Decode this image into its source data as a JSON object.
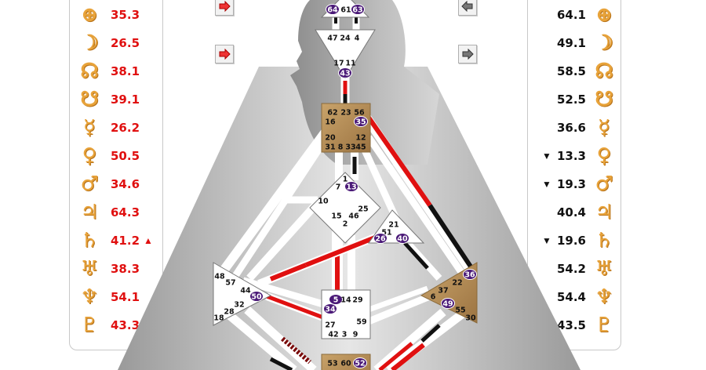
{
  "design_column": {
    "planets": [
      {
        "name": "earth",
        "value": "35.3",
        "arrow": ""
      },
      {
        "name": "moon",
        "value": "26.5",
        "arrow": ""
      },
      {
        "name": "north-node",
        "value": "38.1",
        "arrow": ""
      },
      {
        "name": "south-node",
        "value": "39.1",
        "arrow": ""
      },
      {
        "name": "mercury",
        "value": "26.2",
        "arrow": ""
      },
      {
        "name": "venus",
        "value": "50.5",
        "arrow": ""
      },
      {
        "name": "mars",
        "value": "34.6",
        "arrow": ""
      },
      {
        "name": "jupiter",
        "value": "64.3",
        "arrow": ""
      },
      {
        "name": "saturn",
        "value": "41.2",
        "arrow": "▲"
      },
      {
        "name": "uranus",
        "value": "38.3",
        "arrow": ""
      },
      {
        "name": "neptune",
        "value": "54.1",
        "arrow": ""
      },
      {
        "name": "pluto",
        "value": "43.3",
        "arrow": "▲"
      }
    ],
    "color": "#e01010"
  },
  "personality_column": {
    "planets": [
      {
        "name": "earth",
        "value": "64.1",
        "arrow": ""
      },
      {
        "name": "moon",
        "value": "49.1",
        "arrow": ""
      },
      {
        "name": "north-node",
        "value": "58.5",
        "arrow": ""
      },
      {
        "name": "south-node",
        "value": "52.5",
        "arrow": ""
      },
      {
        "name": "mercury",
        "value": "36.6",
        "arrow": ""
      },
      {
        "name": "venus",
        "value": "13.3",
        "arrow": "▼"
      },
      {
        "name": "mars",
        "value": "19.3",
        "arrow": "▼"
      },
      {
        "name": "jupiter",
        "value": "40.4",
        "arrow": ""
      },
      {
        "name": "saturn",
        "value": "19.6",
        "arrow": "▼"
      },
      {
        "name": "uranus",
        "value": "54.2",
        "arrow": ""
      },
      {
        "name": "neptune",
        "value": "54.4",
        "arrow": ""
      },
      {
        "name": "pluto",
        "value": "43.5",
        "arrow": ""
      }
    ],
    "color": "#111111"
  },
  "planet_symbols": {
    "earth": "⊕",
    "moon": "☽",
    "north-node": "☊",
    "south-node": "☋",
    "mercury": "☿",
    "venus": "♀",
    "mars": "♂",
    "jupiter": "♃",
    "saturn": "♄",
    "uranus": "♅",
    "neptune": "♆",
    "pluto": "♇"
  },
  "glyph_color": "#e8a33a",
  "buttons": {
    "left_top": "red-arrow-icon",
    "left_mid": "red-arrow-icon",
    "right_top": "grey-arrow-icon",
    "right_mid": "grey-arrow-icon"
  },
  "bodygraph": {
    "head": {
      "gates": [
        "64",
        "61",
        "63"
      ],
      "highlighted": [
        "64",
        "63"
      ]
    },
    "ajna": {
      "gates": [
        "47",
        "24",
        "4",
        "17",
        "11",
        "43"
      ],
      "highlighted": [
        "43"
      ]
    },
    "throat": {
      "gates": [
        "62",
        "23",
        "56",
        "16",
        "35",
        "20",
        "12",
        "31",
        "8",
        "33",
        "45"
      ],
      "highlighted": [
        "35"
      ]
    },
    "g_center": {
      "gates": [
        "1",
        "7",
        "13",
        "10",
        "25",
        "15",
        "46",
        "2"
      ],
      "highlighted": [
        "13"
      ]
    },
    "ego": {
      "gates": [
        "21",
        "51",
        "26",
        "40"
      ],
      "highlighted": [
        "26",
        "40"
      ]
    },
    "spleen": {
      "gates": [
        "48",
        "57",
        "44",
        "50",
        "32",
        "28",
        "18"
      ],
      "highlighted": [
        "50"
      ]
    },
    "sacral": {
      "gates": [
        "5",
        "14",
        "29",
        "34",
        "27",
        "59",
        "42",
        "3",
        "9"
      ],
      "highlighted": [
        "5",
        "34"
      ]
    },
    "solar_plexus": {
      "gates": [
        "36",
        "22",
        "37",
        "6",
        "49",
        "55",
        "30"
      ],
      "highlighted": [
        "36",
        "49"
      ]
    },
    "root": {
      "gates": [
        "53",
        "60",
        "52"
      ],
      "highlighted": [
        "52"
      ]
    },
    "center_colors": {
      "defined": "#b8935c",
      "undefined": "#ffffff"
    },
    "channel_colors": {
      "design": "#e01010",
      "personality": "#111111",
      "open": "#ffffff"
    }
  }
}
